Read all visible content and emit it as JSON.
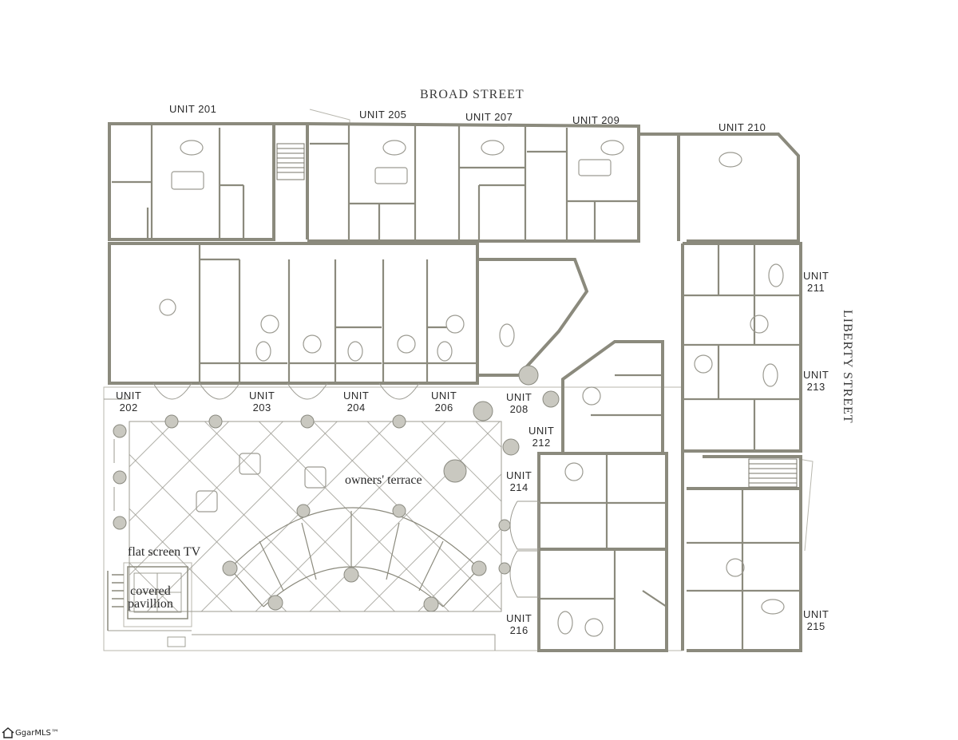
{
  "colors": {
    "wall": "#8b8a7d",
    "wall_dark": "#77766a",
    "outline": "#b8b7ae",
    "text": "#2b2b2b",
    "plant": "#8a8a80"
  },
  "streets": {
    "broad": "BROAD STREET",
    "liberty": "LIBERTY STREET"
  },
  "units": {
    "u201": "UNIT 201",
    "u205": "UNIT 205",
    "u207": "UNIT 207",
    "u209": "UNIT 209",
    "u210": "UNIT 210",
    "u211": [
      "UNIT",
      "211"
    ],
    "u213": [
      "UNIT",
      "213"
    ],
    "u215": [
      "UNIT",
      "215"
    ],
    "u202": [
      "UNIT",
      "202"
    ],
    "u203": [
      "UNIT",
      "203"
    ],
    "u204": [
      "UNIT",
      "204"
    ],
    "u206": [
      "UNIT",
      "206"
    ],
    "u208": [
      "UNIT",
      "208"
    ],
    "u212": [
      "UNIT",
      "212"
    ],
    "u214": [
      "UNIT",
      "214"
    ],
    "u216": [
      "UNIT",
      "216"
    ]
  },
  "amenities": {
    "terrace": "owners' terrace",
    "tv": "flat screen TV",
    "pavilion": [
      "covered",
      "pavillion"
    ]
  },
  "watermark": {
    "text": "GgarMLS™",
    "icon": "house-icon"
  }
}
